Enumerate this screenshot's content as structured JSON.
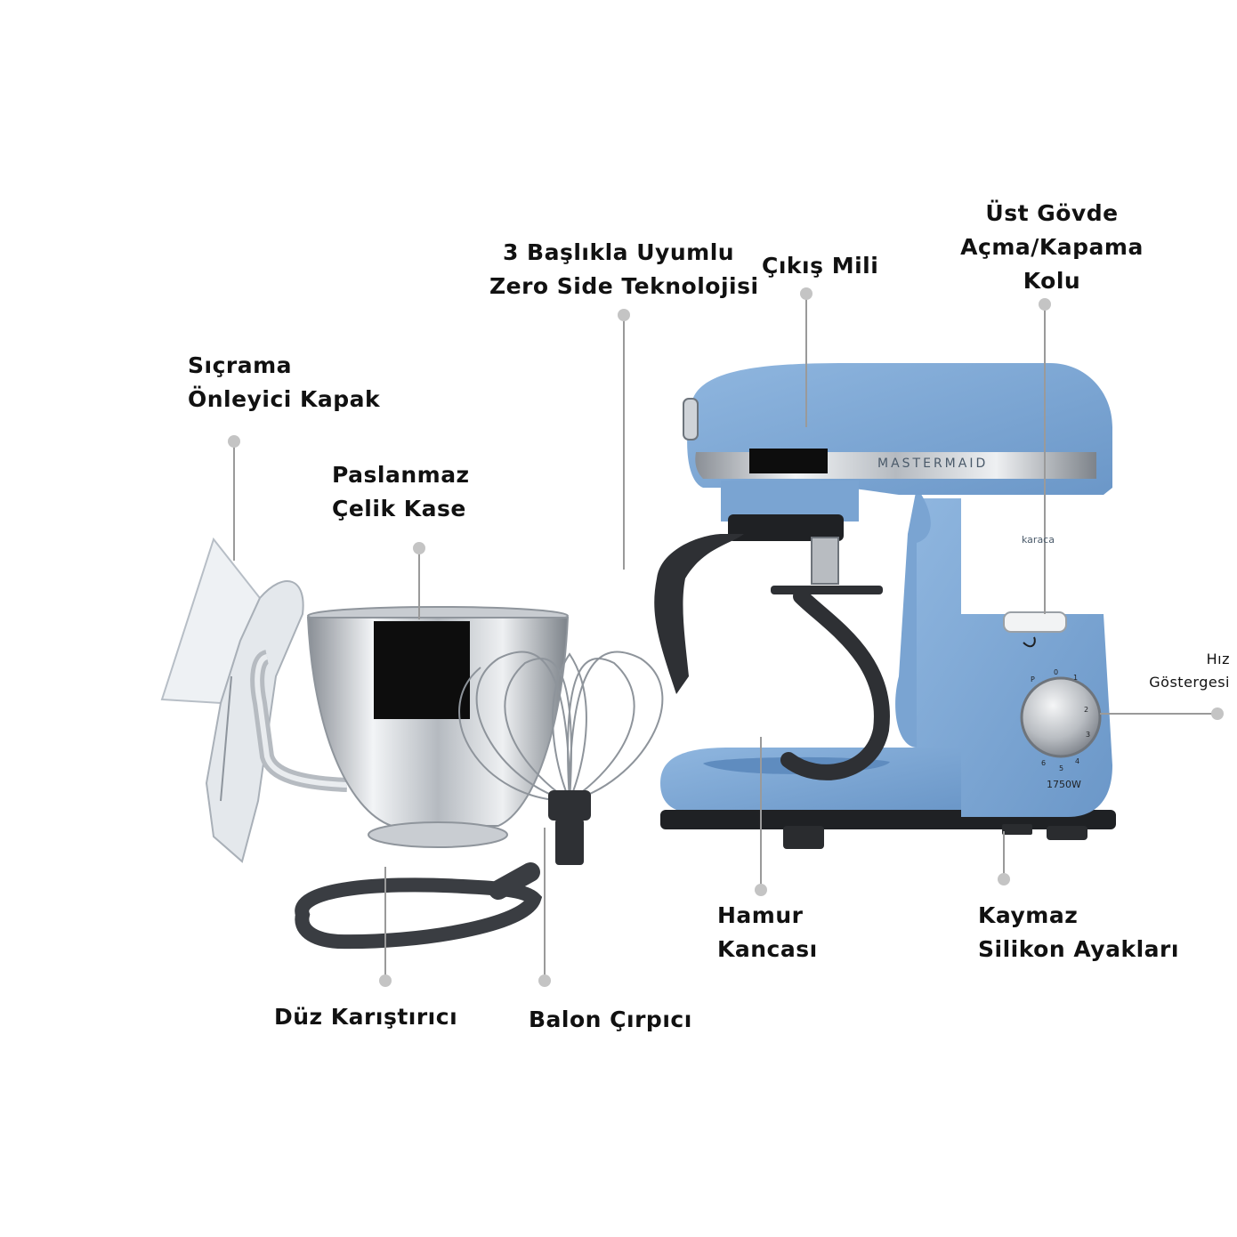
{
  "labels": {
    "splash_guard": [
      "Sıçrama",
      "Önleyici Kapak"
    ],
    "bowl": [
      "Paslanmaz",
      "Çelik Kase"
    ],
    "zero_side": [
      "3 Başlıkla Uyumlu",
      "Zero Side Teknolojisi"
    ],
    "output_shaft": [
      "Çıkış Mili"
    ],
    "upper_body_lever": [
      "Üst Gövde",
      "Açma/Kapama",
      "Kolu"
    ],
    "speed_indicator": [
      "Hız",
      "Göstergesi"
    ],
    "dough_hook": [
      "Hamur",
      "Kancası"
    ],
    "non_slip_feet": [
      "Kaymaz",
      "Silikon Ayakları"
    ],
    "flat_beater": [
      "Düz Karıştırıcı"
    ],
    "balloon_whisk": [
      "Balon Çırpıcı"
    ]
  },
  "product": {
    "brand_text": "MASTERMAID",
    "logo_text": "karaca",
    "wattage": "1750W",
    "dial_marks": [
      "P",
      "0",
      "1",
      "2",
      "3",
      "4",
      "5",
      "6"
    ]
  },
  "colors": {
    "body_blue": "#7fa9d6",
    "body_blue_dark": "#5f8cbf",
    "chrome": "#d9dde2",
    "accessory_dark": "#3a3d42",
    "leader_line": "#9a9a9a",
    "dot": "#c4c4c4"
  }
}
